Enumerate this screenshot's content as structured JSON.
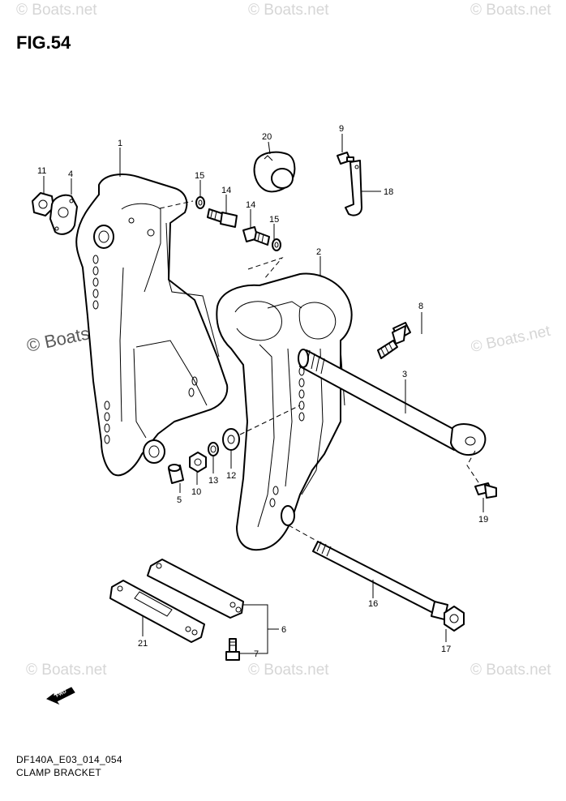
{
  "figure": {
    "title": "FIG.54"
  },
  "footer": {
    "code": "DF140A_E03_014_054",
    "name": "CLAMP BRACKET"
  },
  "watermarks": [
    {
      "id": "wm1",
      "text": "© Boats.net"
    },
    {
      "id": "wm2",
      "text": "© Boats.net"
    },
    {
      "id": "wm3",
      "text": "© Boats.net"
    },
    {
      "id": "wm4",
      "text": "© Boats.net"
    },
    {
      "id": "wm5",
      "text": "© Boats.net"
    },
    {
      "id": "wm6",
      "text": "© Boats.net"
    },
    {
      "id": "wm7",
      "text": "© Boats.net"
    },
    {
      "id": "wm8",
      "text": "© Boats.net"
    }
  ],
  "fwd_badge": "FWD",
  "callouts": {
    "c1": "1",
    "c2": "2",
    "c3": "3",
    "c4": "4",
    "c5": "5",
    "c6": "6",
    "c7": "7",
    "c8": "8",
    "c9": "9",
    "c10": "10",
    "c11": "11",
    "c12": "12",
    "c13": "13",
    "c14a": "14",
    "c14b": "14",
    "c15a": "15",
    "c15b": "15",
    "c16": "16",
    "c17": "17",
    "c18": "18",
    "c19": "19",
    "c20": "20",
    "c21": "21"
  }
}
